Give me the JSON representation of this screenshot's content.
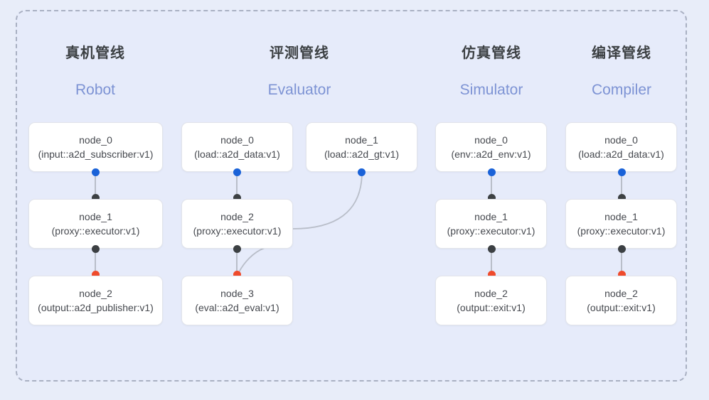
{
  "diagram": {
    "title_cn_columns": [
      "真机管线",
      "评测管线",
      "仿真管线",
      "编译管线"
    ],
    "panel_border_color": "#a9b0c2",
    "panel_bg": "#e6ebfa",
    "page_bg": "#e8edf9",
    "accent_blue": "#1a62d8",
    "accent_red": "#ef4b2c",
    "accent_dark": "#3c4043",
    "subtitle_color": "#7d93d4",
    "edge_color": "#b9bec9"
  },
  "columns": [
    {
      "id": "robot",
      "title_cn": "真机管线",
      "title_en": "Robot",
      "nodes": [
        {
          "id": "robot-node-0",
          "name": "node_0",
          "spec": "(input::a2d_subscriber:v1)"
        },
        {
          "id": "robot-node-1",
          "name": "node_1",
          "spec": "(proxy::executor:v1)"
        },
        {
          "id": "robot-node-2",
          "name": "node_2",
          "spec": "(output::a2d_publisher:v1)"
        }
      ]
    },
    {
      "id": "evaluator",
      "title_cn": "评测管线",
      "title_en": "Evaluator",
      "nodes": [
        {
          "id": "eval-node-0",
          "name": "node_0",
          "spec": "(load::a2d_data:v1)"
        },
        {
          "id": "eval-node-1",
          "name": "node_1",
          "spec": "(load::a2d_gt:v1)"
        },
        {
          "id": "eval-node-2",
          "name": "node_2",
          "spec": "(proxy::executor:v1)"
        },
        {
          "id": "eval-node-3",
          "name": "node_3",
          "spec": "(eval::a2d_eval:v1)"
        }
      ]
    },
    {
      "id": "simulator",
      "title_cn": "仿真管线",
      "title_en": "Simulator",
      "nodes": [
        {
          "id": "sim-node-0",
          "name": "node_0",
          "spec": "(env::a2d_env:v1)"
        },
        {
          "id": "sim-node-1",
          "name": "node_1",
          "spec": "(proxy::executor:v1)"
        },
        {
          "id": "sim-node-2",
          "name": "node_2",
          "spec": "(output::exit:v1)"
        }
      ]
    },
    {
      "id": "compiler",
      "title_cn": "编译管线",
      "title_en": "Compiler",
      "nodes": [
        {
          "id": "comp-node-0",
          "name": "node_0",
          "spec": "(load::a2d_data:v1)"
        },
        {
          "id": "comp-node-1",
          "name": "node_1",
          "spec": "(proxy::executor:v1)"
        },
        {
          "id": "comp-node-2",
          "name": "node_2",
          "spec": "(output::exit:v1)"
        }
      ]
    }
  ]
}
